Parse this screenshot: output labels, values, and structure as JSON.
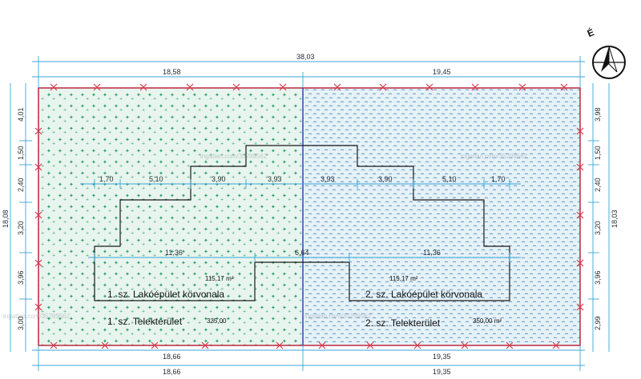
{
  "north": {
    "label": "É"
  },
  "dimensions": {
    "total_top": "38,03",
    "top_left": "18,58",
    "top_right": "19,45",
    "bottom_inner_left": "18,66",
    "bottom_inner_right": "19,35",
    "bottom_outer_left": "18,66",
    "bottom_outer_right": "19,35",
    "left_total": "18,08",
    "left_segments": [
      "4,01",
      "1,50",
      "2,40",
      "3,20",
      "3,96",
      "3,00"
    ],
    "right_total": "18,03",
    "right_segments": [
      "3,98",
      "1,50",
      "2,40",
      "3,20",
      "3,96",
      "2,99"
    ],
    "row_left": [
      "1,70",
      "5,10",
      "3,90",
      "3,93"
    ],
    "row_right": [
      "3,93",
      "3,90",
      "5,10",
      "1,70"
    ],
    "mid_left": "11,36",
    "mid_center": "6,64",
    "mid_right": "11,36"
  },
  "labels": {
    "building_left": "1. sz. Lakóépület körvonala",
    "building_right": "2. sz. Lakóépület körvonala",
    "plot_left": "1. sz. Telekterület",
    "plot_right": "2. sz. Telekterület",
    "area_building_left": "115,17 m²",
    "area_building_right": "115,17 m²",
    "area_plot_left": "335,00",
    "area_plot_right": "350,00 m²"
  },
  "watermarks": [
    "ingatlan.com/35299562",
    "ingatlan.com/35299562",
    "ingatlan.com/35299562",
    "ingatlan.com/35299562"
  ],
  "colors": {
    "left_fill": "#e8f5ee",
    "right_fill": "#e6f1f8",
    "left_pattern": "#2f9e6a",
    "right_pattern": "#3b86b8",
    "border": "#c0354a",
    "dim_line": "#3aa6d8",
    "divider": "#2a3f9c"
  }
}
